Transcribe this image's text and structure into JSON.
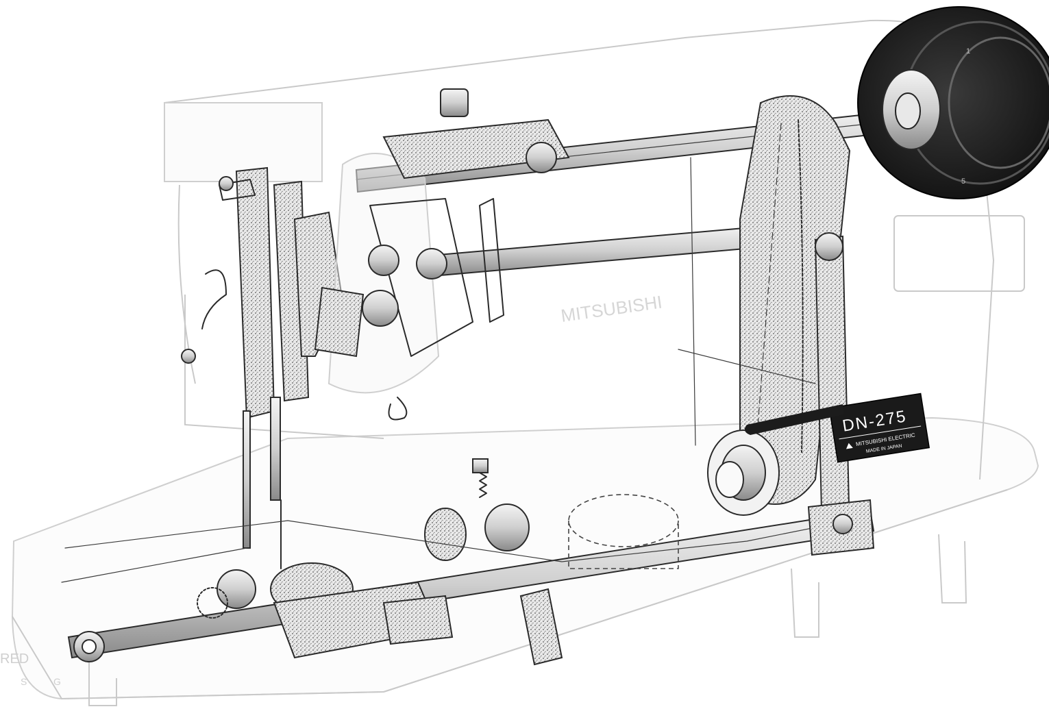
{
  "diagram": {
    "subject": "sewing machine",
    "nameplate": {
      "model": "DN-275",
      "maker": "MITSUBISHI ELECTRIC",
      "origin": "MADE IN JAPAN",
      "background_color": "#1a1a1a",
      "text_color": "#ffffff"
    },
    "ghost_body_label": "MITSUBISHI",
    "pulley_marks": [
      "1",
      "5"
    ],
    "margin_text": [
      "RED",
      "S",
      "G"
    ],
    "colors": {
      "ink": "#2a2a2a",
      "ghost_body": "#cfcfcf",
      "pulley": "#1c1c1c",
      "background": "#ffffff"
    }
  }
}
